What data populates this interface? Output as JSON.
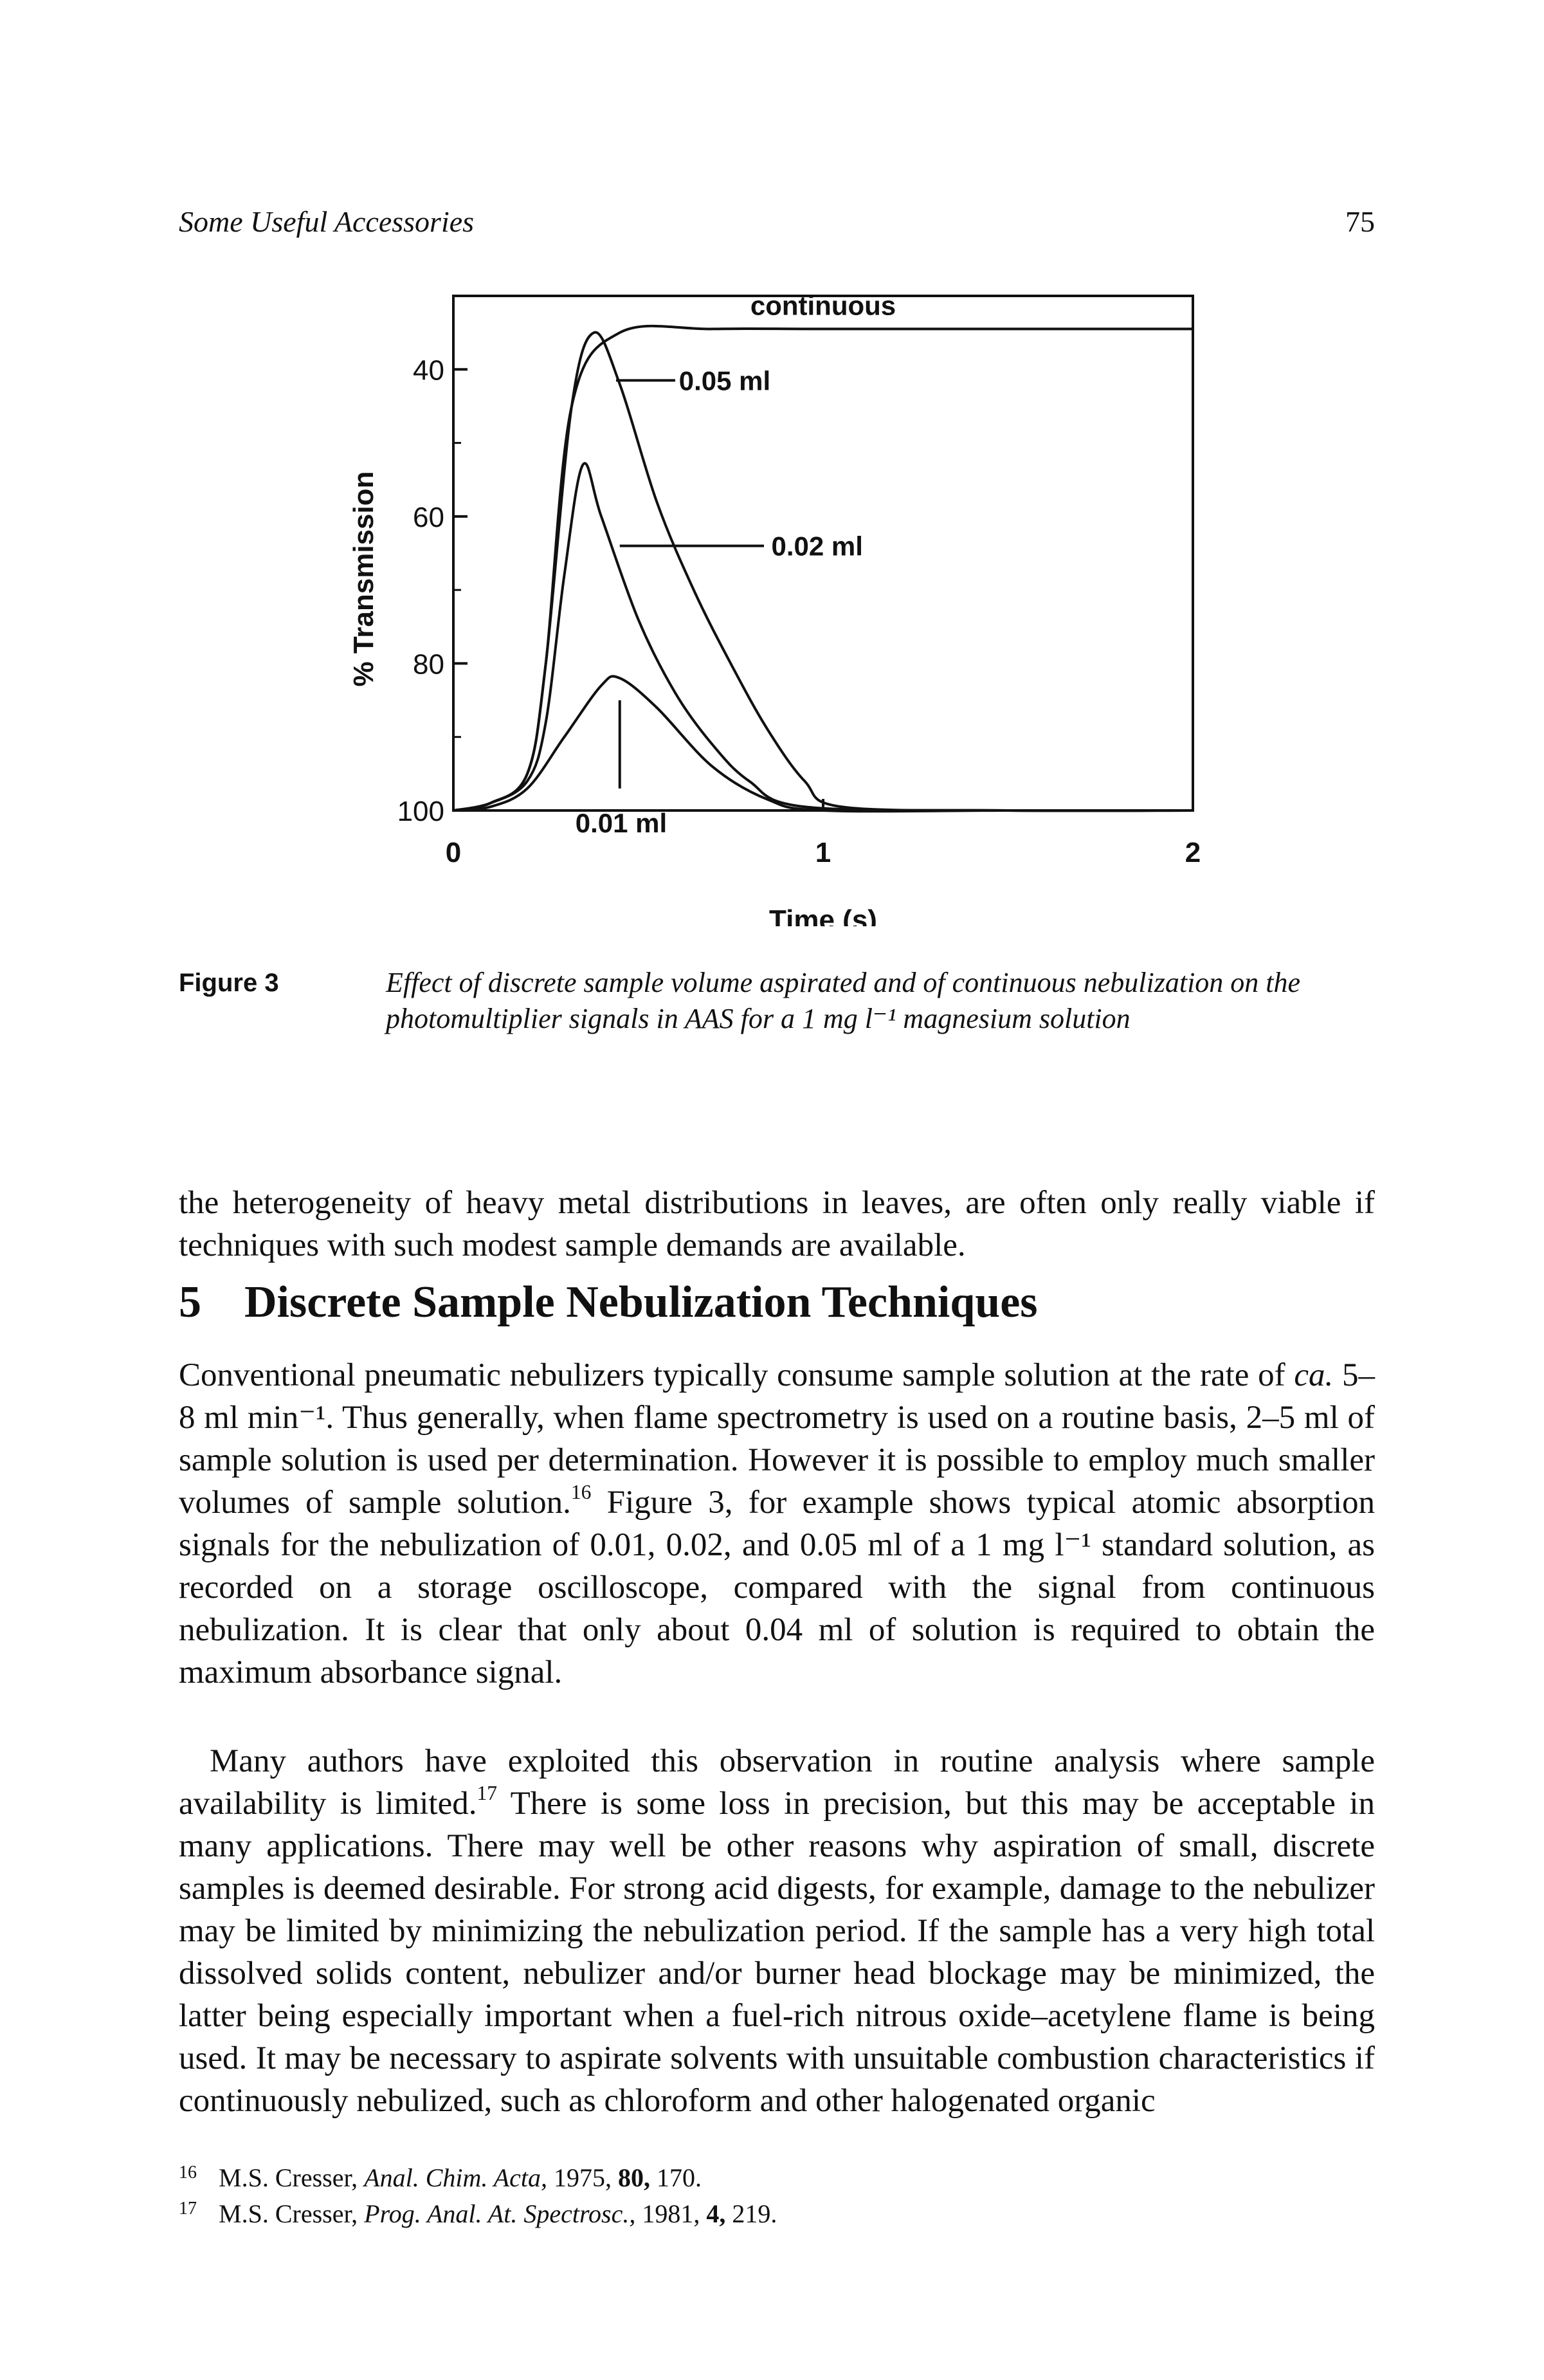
{
  "header": {
    "running_head": "Some Useful Accessories",
    "page_number": "75"
  },
  "chart_data": {
    "type": "line",
    "title": "",
    "xlabel": "Time (s)",
    "ylabel": "% Transmission",
    "xlim": [
      0,
      2
    ],
    "ylim": [
      100,
      30
    ],
    "x_ticks": [
      "0",
      "1",
      "2"
    ],
    "y_ticks": [
      "40",
      "60",
      "80",
      "100"
    ],
    "y_axis_inverted": true,
    "grid": false,
    "series": [
      {
        "name": "continuous",
        "x": [
          0,
          0.1,
          0.2,
          0.25,
          0.32,
          0.45,
          0.7,
          1.0,
          1.5,
          2.0
        ],
        "y": [
          100,
          99,
          95,
          80,
          45,
          35,
          34.5,
          34.5,
          34.5,
          34.5
        ]
      },
      {
        "name": "0.05 ml",
        "x": [
          0,
          0.1,
          0.2,
          0.25,
          0.32,
          0.38,
          0.45,
          0.55,
          0.65,
          0.75,
          0.85,
          0.95,
          1.05,
          1.5,
          2.0
        ],
        "y": [
          100,
          99,
          95,
          80,
          45,
          35,
          42,
          58,
          70,
          80,
          89,
          96,
          99.5,
          100,
          100
        ]
      },
      {
        "name": "0.02 ml",
        "x": [
          0,
          0.1,
          0.2,
          0.25,
          0.3,
          0.35,
          0.4,
          0.5,
          0.6,
          0.7,
          0.8,
          0.95,
          1.5,
          2.0
        ],
        "y": [
          100,
          99,
          96,
          88,
          68,
          53,
          60,
          74,
          84,
          91,
          96,
          99.5,
          100,
          100
        ]
      },
      {
        "name": "0.01 ml",
        "x": [
          0,
          0.1,
          0.2,
          0.3,
          0.4,
          0.45,
          0.55,
          0.7,
          0.85,
          1.0,
          1.5,
          2.0
        ],
        "y": [
          100,
          99.5,
          97,
          90,
          83,
          82,
          86,
          94,
          98.5,
          100,
          100,
          100
        ]
      }
    ],
    "annotations": [
      "continuous",
      "0.05 ml",
      "0.02 ml",
      "0.01 ml"
    ]
  },
  "caption": {
    "label": "Figure 3",
    "text": "Effect of discrete sample volume aspirated and of continuous nebulization on the photomultiplier signals in AAS for a 1 mg l⁻¹ magnesium solution"
  },
  "paragraph1": "the heterogeneity of heavy metal distributions in leaves, are often only really viable if techniques with such modest sample demands are available.",
  "section": {
    "number": "5",
    "title": "Discrete Sample Nebulization Techniques"
  },
  "paragraph2": {
    "a": "Conventional pneumatic nebulizers typically consume sample solution at the rate of",
    "ca": "ca.",
    "b": "5–8 ml min⁻¹. Thus generally, when flame spectrometry is used on a routine basis, 2–5 ml of sample solution is used per determination. However it is possible to employ much smaller volumes of sample solution.",
    "ref": "16",
    "c": " Figure 3, for example shows typical atomic absorption signals for the nebulization of 0.01, 0.02, and 0.05 ml of a 1 mg l⁻¹ standard solution, as recorded on a storage oscilloscope, compared with the signal from continuous nebulization. It is clear that only about 0.04 ml of solution is required to obtain the maximum absorbance signal."
  },
  "paragraph3": {
    "a": "Many authors have exploited this observation in routine analysis where sample availability is limited.",
    "ref": "17",
    "b": " There is some loss in precision, but this may be acceptable in many applications. There may well be other reasons why aspiration of small, discrete samples is deemed desirable. For strong acid digests, for example, damage to the nebulizer may be limited by minimizing the nebulization period. If the sample has a very high total dissolved solids content, nebulizer and/or burner head blockage may be minimized, the latter being especially important when a fuel-rich nitrous oxide–acetylene flame is being used. It may be necessary to aspirate solvents with unsuitable combustion characteristics if continuously nebulized, such as chloroform and other halogenated organic"
  },
  "footnotes": [
    {
      "num": "16",
      "author": "M.S. Cresser,",
      "journal": "Anal. Chim. Acta,",
      "year": "1975,",
      "vol": "80,",
      "page": "170."
    },
    {
      "num": "17",
      "author": "M.S. Cresser,",
      "journal": "Prog. Anal. At. Spectrosc.,",
      "year": "1981,",
      "vol": "4,",
      "page": "219."
    }
  ]
}
